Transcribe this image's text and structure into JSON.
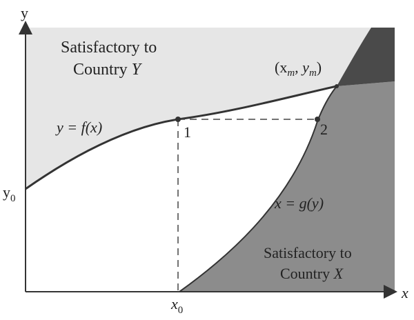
{
  "axes": {
    "y_label": "y",
    "x_label": "x",
    "y0_label": "y",
    "y0_sub": "0",
    "x0_label": "x",
    "x0_sub": "0"
  },
  "regions": {
    "country_y_line1": "Satisfactory to",
    "country_y_line2": "Country ",
    "country_y_letter": "Y",
    "country_x_line1": "Satisfactory to",
    "country_x_line2": "Country ",
    "country_x_letter": "X"
  },
  "curves": {
    "f_label": "y = f(x)",
    "g_label": "x = g(y)"
  },
  "points": {
    "intersection_label": "(x",
    "intersection_sub1": "m",
    "intersection_mid": ", y",
    "intersection_sub2": "m",
    "intersection_end": ")",
    "point1_label": "1",
    "point2_label": "2"
  },
  "colors": {
    "region_y_fill": "#e6e6e6",
    "region_x_fill": "#8c8c8c",
    "overlap_fill": "#4a4a4a",
    "curve_stroke": "#333333",
    "axis_stroke": "#333333"
  }
}
